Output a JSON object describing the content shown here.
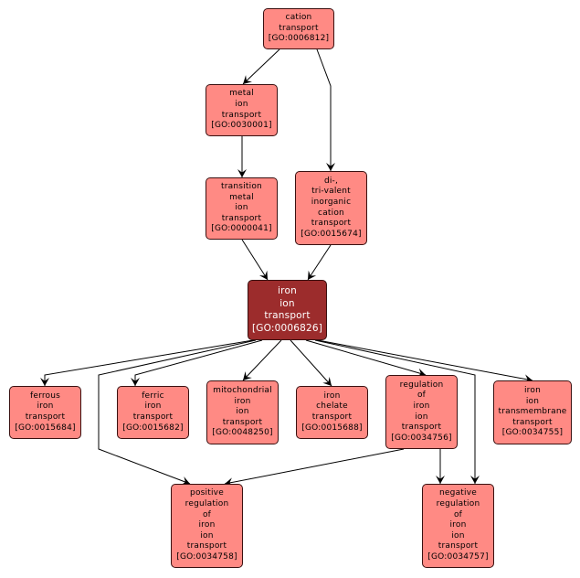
{
  "diagram": {
    "title": "GO term hierarchy for iron ion transport",
    "colors": {
      "node_fill": "#ff8a84",
      "focus_fill": "#9c2c2c",
      "edge": "#000000"
    },
    "nodes": [
      {
        "id": "GO:0006812",
        "lines": [
          "cation",
          "transport",
          "[GO:0006812]"
        ]
      },
      {
        "id": "GO:0030001",
        "lines": [
          "metal",
          "ion",
          "transport",
          "[GO:0030001]"
        ]
      },
      {
        "id": "GO:0000041",
        "lines": [
          "transition",
          "metal",
          "ion",
          "transport",
          "[GO:0000041]"
        ]
      },
      {
        "id": "GO:0015674",
        "lines": [
          "di-,",
          "tri-valent",
          "inorganic",
          "cation",
          "transport",
          "[GO:0015674]"
        ]
      },
      {
        "id": "GO:0006826",
        "lines": [
          "iron",
          "ion",
          "transport",
          "[GO:0006826]"
        ],
        "focus": true
      },
      {
        "id": "GO:0015684",
        "lines": [
          "ferrous",
          "iron",
          "transport",
          "[GO:0015684]"
        ]
      },
      {
        "id": "GO:0015682",
        "lines": [
          "ferric",
          "iron",
          "transport",
          "[GO:0015682]"
        ]
      },
      {
        "id": "GO:0048250",
        "lines": [
          "mitochondrial",
          "iron",
          "ion",
          "transport",
          "[GO:0048250]"
        ]
      },
      {
        "id": "GO:0015688",
        "lines": [
          "iron",
          "chelate",
          "transport",
          "[GO:0015688]"
        ]
      },
      {
        "id": "GO:0034756",
        "lines": [
          "regulation",
          "of",
          "iron",
          "ion",
          "transport",
          "[GO:0034756]"
        ]
      },
      {
        "id": "GO:0034755",
        "lines": [
          "iron",
          "ion",
          "transmembrane",
          "transport",
          "[GO:0034755]"
        ]
      },
      {
        "id": "GO:0034758",
        "lines": [
          "positive",
          "regulation",
          "of",
          "iron",
          "ion",
          "transport",
          "[GO:0034758]"
        ]
      },
      {
        "id": "GO:0034757",
        "lines": [
          "negative",
          "regulation",
          "of",
          "iron",
          "ion",
          "transport",
          "[GO:0034757]"
        ]
      }
    ],
    "edges": [
      {
        "from": "GO:0006812",
        "to": "GO:0030001"
      },
      {
        "from": "GO:0006812",
        "to": "GO:0015674"
      },
      {
        "from": "GO:0030001",
        "to": "GO:0000041"
      },
      {
        "from": "GO:0000041",
        "to": "GO:0006826"
      },
      {
        "from": "GO:0015674",
        "to": "GO:0006826"
      },
      {
        "from": "GO:0006826",
        "to": "GO:0015684"
      },
      {
        "from": "GO:0006826",
        "to": "GO:0015682"
      },
      {
        "from": "GO:0006826",
        "to": "GO:0048250"
      },
      {
        "from": "GO:0006826",
        "to": "GO:0015688"
      },
      {
        "from": "GO:0006826",
        "to": "GO:0034756"
      },
      {
        "from": "GO:0006826",
        "to": "GO:0034755"
      },
      {
        "from": "GO:0006826",
        "to": "GO:0034758"
      },
      {
        "from": "GO:0006826",
        "to": "GO:0034757"
      },
      {
        "from": "GO:0034756",
        "to": "GO:0034758"
      },
      {
        "from": "GO:0034756",
        "to": "GO:0034757"
      }
    ]
  }
}
